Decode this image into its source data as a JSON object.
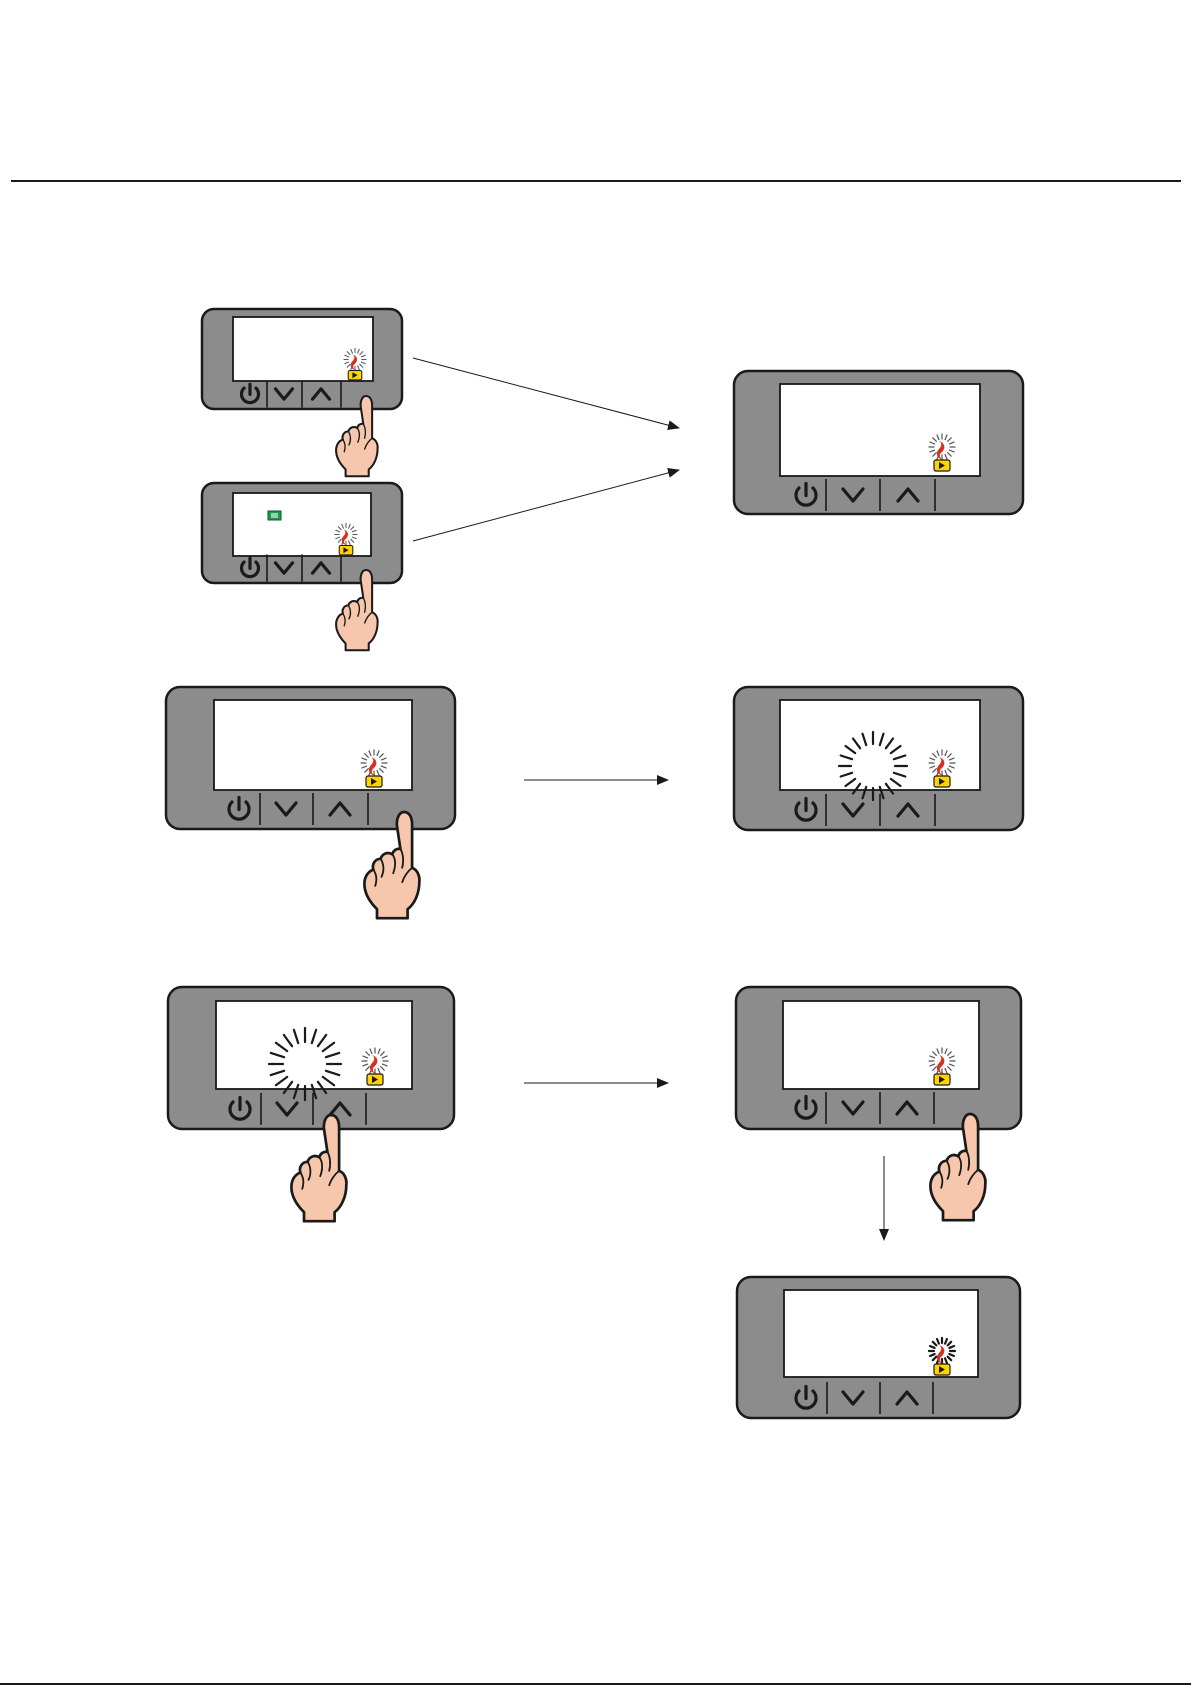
{
  "diagram": {
    "panels": [
      {
        "id": "p1",
        "screen_icon": "fan-icon",
        "icon_state": "off",
        "extra_icon": null
      },
      {
        "id": "p2",
        "screen_icon": "fan-icon",
        "icon_state": "on",
        "extra_icon": "green-status-icon"
      },
      {
        "id": "p3",
        "screen_icon": "fan-icon",
        "icon_state": "on",
        "extra_icon": null
      },
      {
        "id": "p4",
        "screen_icon": "fan-icon",
        "icon_state": "on",
        "extra_icon": null
      },
      {
        "id": "p5",
        "screen_icon": "fan-icon",
        "icon_state": "on",
        "extra_icon": null
      },
      {
        "id": "p6",
        "screen_icon": "fan-icon",
        "icon_state": "on",
        "extra_icon": null
      },
      {
        "id": "p7",
        "screen_icon": "fan-icon",
        "icon_state": "on",
        "extra_icon": null
      },
      {
        "id": "p8",
        "screen_icon": "fan-icon",
        "icon_state": "active",
        "extra_icon": null
      }
    ],
    "buttons": [
      "power-icon",
      "chevron-down-icon",
      "chevron-up-icon",
      "blank-key"
    ],
    "colors": {
      "panel": "#8c8c8c",
      "outline": "#1a1a1a",
      "screen": "#ffffff",
      "skin": "#f6c7ad",
      "fan_yellow": "#ffd400",
      "fan_red": "#d6301f",
      "status_green": "#1a9a4a"
    }
  }
}
